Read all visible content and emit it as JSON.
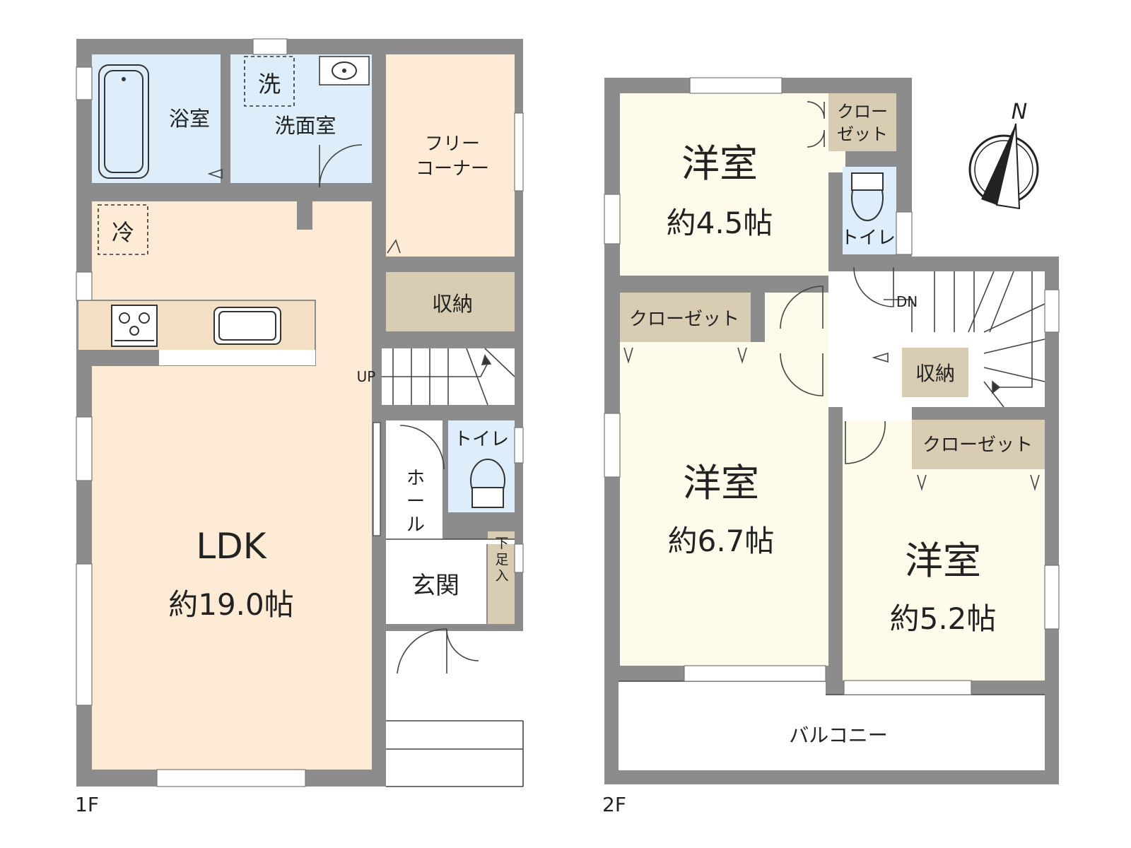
{
  "colors": {
    "wall": "#8c8c8c",
    "ldk_floor": "#fdebd6",
    "wet_area": "#ddeefa",
    "western_room": "#fefbea",
    "storage": "#d8cdb2",
    "text": "#222222"
  },
  "floor1": {
    "label": "1F",
    "bath": "浴室",
    "washroom": "洗面室",
    "washer_mark": "洗",
    "fridge_mark": "冷",
    "free_corner_line1": "フリー",
    "free_corner_line2": "コーナー",
    "storage": "収納",
    "up": "UP",
    "toilet": "トイレ",
    "hall_c1": "ホ",
    "hall_c2": "ー",
    "hall_c3": "ル",
    "entrance": "玄関",
    "shoe_c1": "下",
    "shoe_c2": "足",
    "shoe_c3": "入",
    "ldk_name": "LDK",
    "ldk_size": "約19.0帖"
  },
  "floor2": {
    "label": "2F",
    "room1_name": "洋室",
    "room1_size": "約4.5帖",
    "closet_small_line1": "クロー",
    "closet_small_line2": "ゼット",
    "toilet": "トイレ",
    "closet1": "クローゼット",
    "dn": "DN",
    "storage": "収納",
    "closet2": "クローゼット",
    "room2_name": "洋室",
    "room2_size": "約6.7帖",
    "room3_name": "洋室",
    "room3_size": "約5.2帖",
    "balcony": "バルコニー"
  },
  "compass": {
    "north": "N",
    "icon": "north-arrow-icon"
  }
}
